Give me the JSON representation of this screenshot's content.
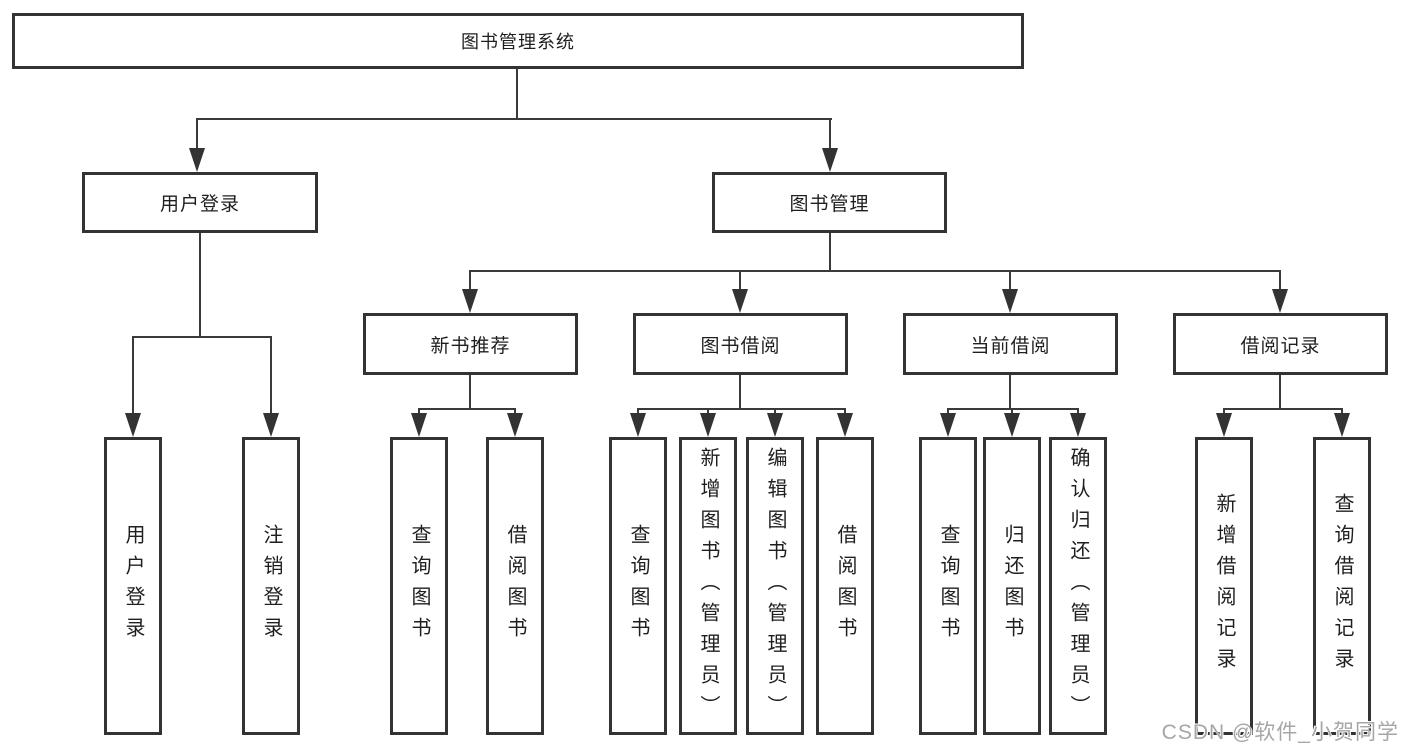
{
  "tree": {
    "root": {
      "label": "图书管理系统"
    },
    "branches": [
      {
        "label": "用户登录",
        "children": [
          "用户登录",
          "注销登录"
        ]
      },
      {
        "label": "图书管理",
        "sections": [
          {
            "label": "新书推荐",
            "children": [
              "查询图书",
              "借阅图书"
            ]
          },
          {
            "label": "图书借阅",
            "children": [
              "查询图书",
              "新增图书（管理员）",
              "编辑图书（管理员）",
              "借阅图书"
            ]
          },
          {
            "label": "当前借阅",
            "children": [
              "查询图书",
              "归还图书",
              "确认归还（管理员）"
            ]
          },
          {
            "label": "借阅记录",
            "children": [
              "新增借阅记录",
              "查询借阅记录"
            ]
          }
        ]
      }
    ]
  },
  "watermark": {
    "text": "CSDN @软件_小贺同学"
  },
  "colors": {
    "line": "#3a3a3a",
    "box_border": "#333333",
    "text": "#1f1f1f",
    "watermark": "#a6a6a6",
    "background": "#ffffff"
  }
}
